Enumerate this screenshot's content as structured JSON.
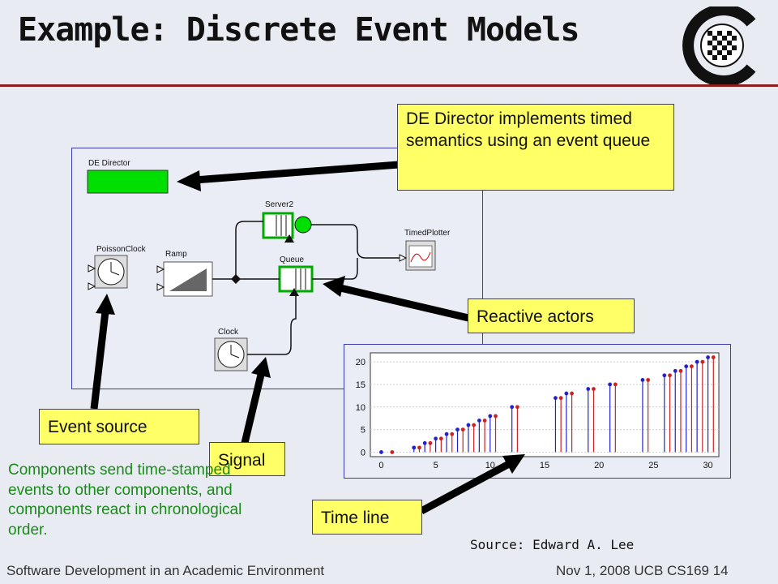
{
  "slide": {
    "title": "Example: Discrete Event Models",
    "footer_left": "Software Development in an Academic Environment",
    "footer_right": "Nov 1, 2008 UCB CS169    14",
    "source": "Source: Edward A. Lee",
    "body_text": "Components send time-stamped events to other components, and components react in chronological order."
  },
  "callouts": {
    "director": "DE Director implements timed semantics using an event queue",
    "reactive": "Reactive actors",
    "event_source": "Event source",
    "signal": "Signal",
    "time_line": "Time line"
  },
  "model": {
    "director": "DE Director",
    "poisson": "PoissonClock",
    "ramp": "Ramp",
    "server": "Server2",
    "queue": "Queue",
    "plotter": "TimedPlotter",
    "clock": "Clock"
  },
  "colors": {
    "director": "#00e000",
    "callout": "#ffff66",
    "accent": "#1a8a1a"
  },
  "chart_data": {
    "type": "scatter",
    "xlim": [
      -1,
      31
    ],
    "ylim": [
      -1,
      22
    ],
    "xticks": [
      "0",
      "5",
      "10",
      "15",
      "20",
      "25",
      "30"
    ],
    "yticks": [
      "0",
      "5",
      "10",
      "15",
      "20"
    ],
    "series": [
      {
        "color": "#2222cc",
        "x": [
          0,
          3,
          4,
          5,
          6,
          7,
          8,
          9,
          10,
          12,
          16,
          17,
          19,
          21,
          24,
          26,
          27,
          28,
          29,
          30
        ],
        "y": [
          0,
          1,
          2,
          3,
          4,
          5,
          6,
          7,
          8,
          10,
          12,
          13,
          14,
          15,
          16,
          17,
          18,
          19,
          20,
          21
        ]
      },
      {
        "color": "#cc2222",
        "x": [
          1,
          3.5,
          4.5,
          5.5,
          6.5,
          7.5,
          8.5,
          9.5,
          10.5,
          12.5,
          16.5,
          17.5,
          19.5,
          21.5,
          24.5,
          26.5,
          27.5,
          28.5,
          29.5,
          30.5
        ],
        "y": [
          0,
          1,
          2,
          3,
          4,
          5,
          6,
          7,
          8,
          10,
          12,
          13,
          14,
          15,
          16,
          17,
          18,
          19,
          20,
          21
        ]
      }
    ]
  }
}
